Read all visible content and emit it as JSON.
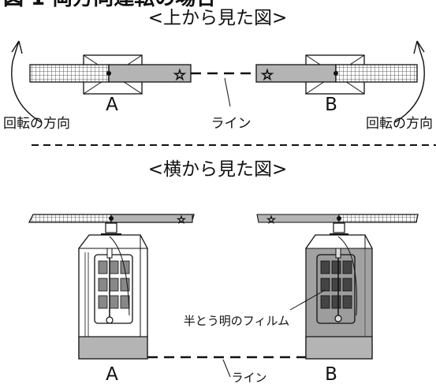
{
  "heading_partial": "図 1 両方向運転の場合",
  "top_view": {
    "title": "<上から見た図>",
    "label_a": "A",
    "label_b": "B",
    "line_label": "ライン",
    "rotation_left": "回転の方向",
    "rotation_right": "回転の方向"
  },
  "side_view": {
    "title": "<横から見た図>",
    "film_label": "半とう明のフィルム",
    "label_a": "A",
    "label_b": "B",
    "line_label": "ライン"
  }
}
